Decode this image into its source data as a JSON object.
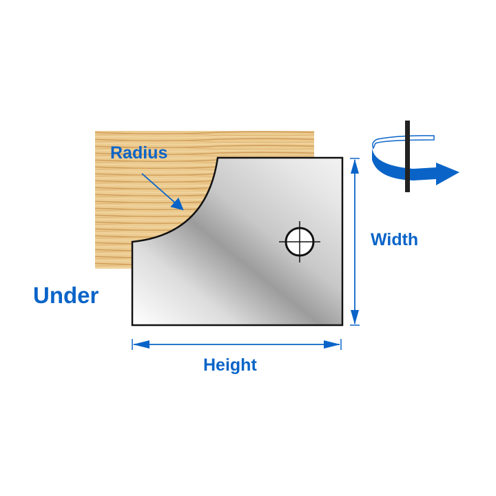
{
  "diagram": {
    "labels": {
      "radius": "Radius",
      "under": "Under",
      "width": "Width",
      "height": "Height"
    },
    "colors": {
      "accent_blue": "#0a64c8",
      "wood_light": "#f0d29a",
      "wood_dark": "#c99550",
      "outline": "#111111",
      "steel_light": "#f4f4f4",
      "steel_dark": "#9a9a9a"
    },
    "icons": {
      "rotation": "rotation-arrow-icon",
      "mount_hole": "crosshair-hole-icon"
    }
  }
}
